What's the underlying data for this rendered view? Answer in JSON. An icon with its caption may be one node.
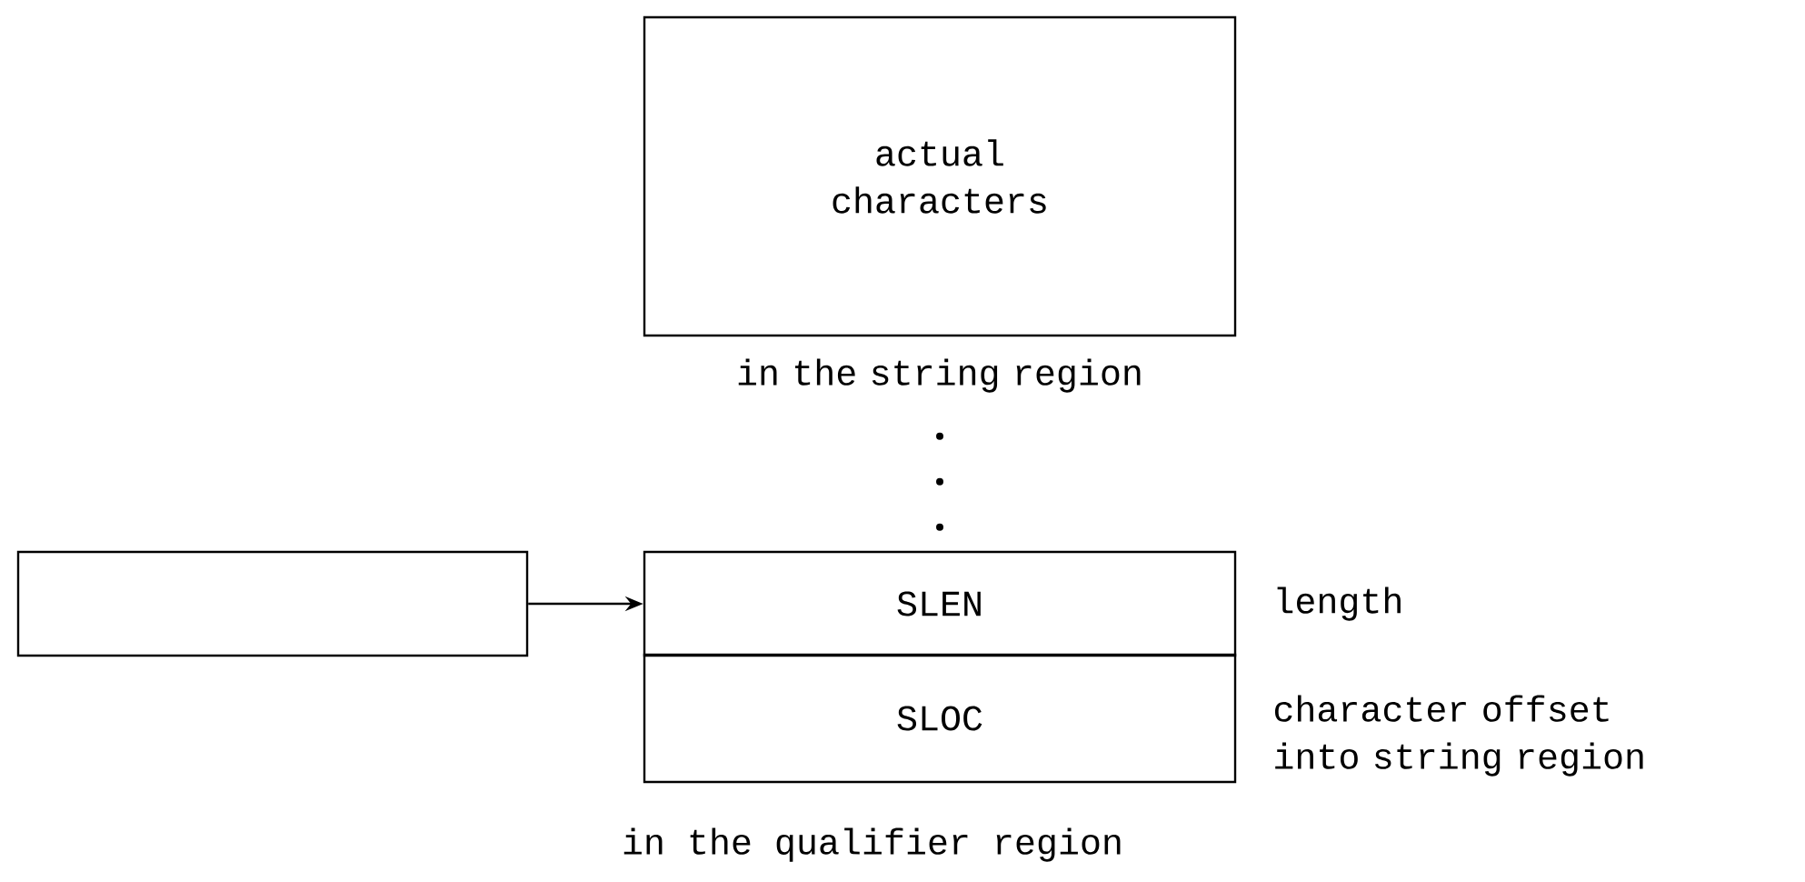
{
  "diagram": {
    "nodes": [
      {
        "text": [
          "actual characters"
        ],
        "beside": [
          "in the string region"
        ]
      },
      {
        "text": [],
        "shape": "box"
      },
      {
        "text": [
          "SLEN"
        ],
        "beside": [
          "length"
        ]
      },
      {
        "text": [
          "SLOC"
        ],
        "beside": [
          "character offset into string region"
        ]
      }
    ],
    "edges": [
      {
        "from": 1,
        "to": 2,
        "arrow": "to"
      },
      {
        "from": 2,
        "to": 0,
        "arrow": "none",
        "style": "dashed"
      }
    ],
    "labels": [
      "in the qualifier region"
    ]
  }
}
